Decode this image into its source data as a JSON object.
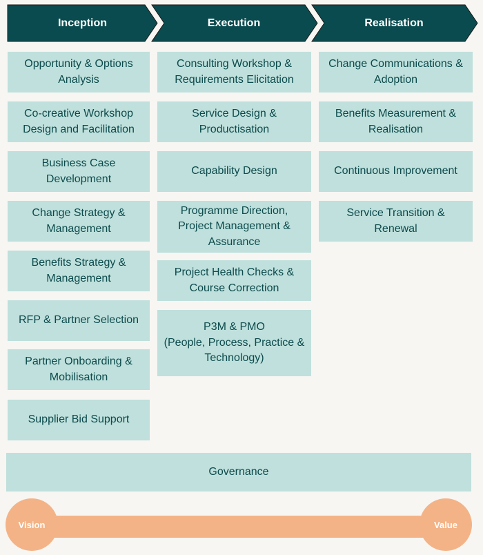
{
  "colors": {
    "phase_fill": "#0a4b4f",
    "box_fill": "#bfe0dc",
    "box_text": "#0c4a4c",
    "timeline": "#f4b386",
    "background": "#f7f6f3"
  },
  "phases": [
    {
      "label": "Inception"
    },
    {
      "label": "Execution"
    },
    {
      "label": "Realisation"
    }
  ],
  "columns": {
    "inception": [
      "Opportunity & Options\nAnalysis",
      "Co-creative Workshop\nDesign and Facilitation",
      "Business Case\nDevelopment",
      "Change Strategy &\nManagement",
      "Benefits Strategy &\nManagement",
      "RFP & Partner Selection",
      "Partner Onboarding &\nMobilisation",
      "Supplier Bid Support"
    ],
    "execution": [
      "Consulting Workshop &\nRequirements Elicitation",
      "Service Design &\nProductisation",
      "Capability Design",
      "Programme Direction,\nProject Management &\nAssurance",
      "Project Health Checks &\nCourse Correction",
      "P3M & PMO\n(People, Process, Practice &\nTechnology)"
    ],
    "realisation": [
      "Change Communications &\nAdoption",
      "Benefits Measurement &\nRealisation",
      "Continuous Improvement",
      "Service Transition &\nRenewal"
    ]
  },
  "governance": "Governance",
  "timeline": {
    "start": "Vision",
    "end": "Value"
  }
}
